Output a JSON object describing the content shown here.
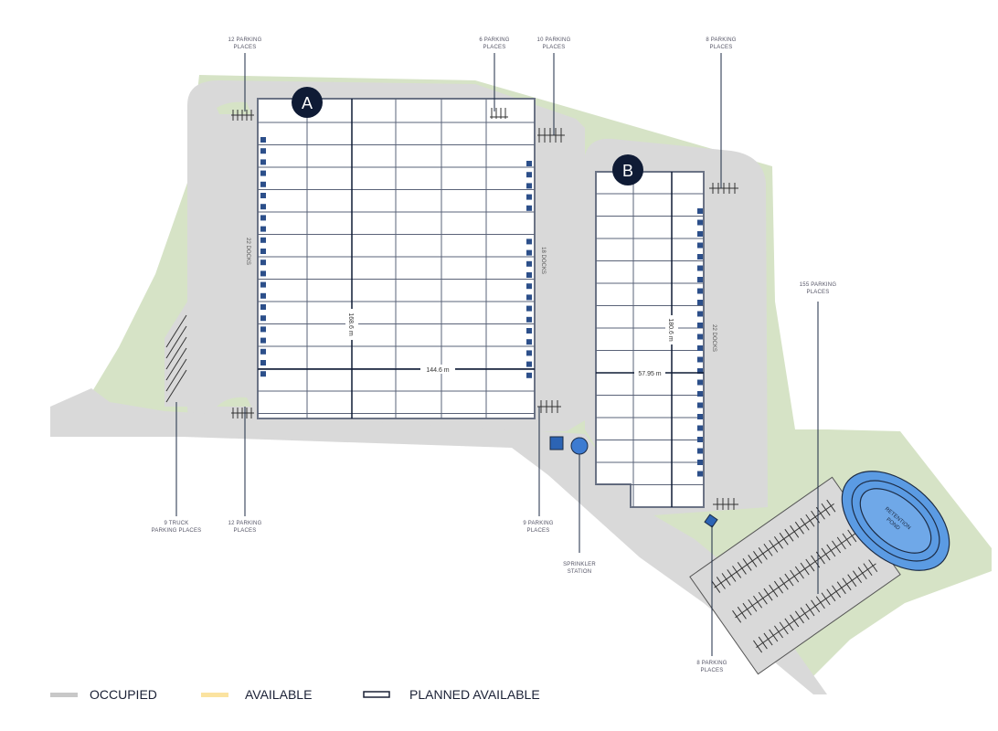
{
  "buildings": [
    {
      "id": "A",
      "length": "168.6 m",
      "width": "144.6 m",
      "docks_west": "22 DOCKS",
      "docks_east": "18 DOCKS"
    },
    {
      "id": "B",
      "length": "180.6 m",
      "width": "57.95 m",
      "docks_east": "22 DOCKS"
    }
  ],
  "callouts": {
    "top_a_left": [
      "12 PARKING",
      "PLACES"
    ],
    "top_a_right": [
      "6 PARKING",
      "PLACES"
    ],
    "top_mid": [
      "10 PARKING",
      "PLACES"
    ],
    "top_b": [
      "8 PARKING",
      "PLACES"
    ],
    "truck": [
      "9 TRUCK",
      "PARKING PLACES"
    ],
    "bottom_a_left": [
      "12 PARKING",
      "PLACES"
    ],
    "bottom_a_right": [
      "9 PARKING",
      "PLACES"
    ],
    "sprinkler": [
      "SPRINKLER",
      "STATION"
    ],
    "big_lot": [
      "155 PARKING",
      "PLACES"
    ],
    "bottom_b": [
      "8 PARKING",
      "PLACES"
    ],
    "pond": [
      "RETENTION",
      "POND"
    ]
  },
  "legend": [
    {
      "label": "OCCUPIED",
      "color": "#c8c8c8"
    },
    {
      "label": "AVAILABLE",
      "color": "#fbe3a0"
    },
    {
      "label": "PLANNED AVAILABLE",
      "color": "#ffffff"
    }
  ],
  "colors": {
    "green": "#d6e3c6",
    "road": "#d9d9d9",
    "navy": "#0f1b35",
    "dock": "#2c4f8a",
    "water": "#5b9be3"
  }
}
